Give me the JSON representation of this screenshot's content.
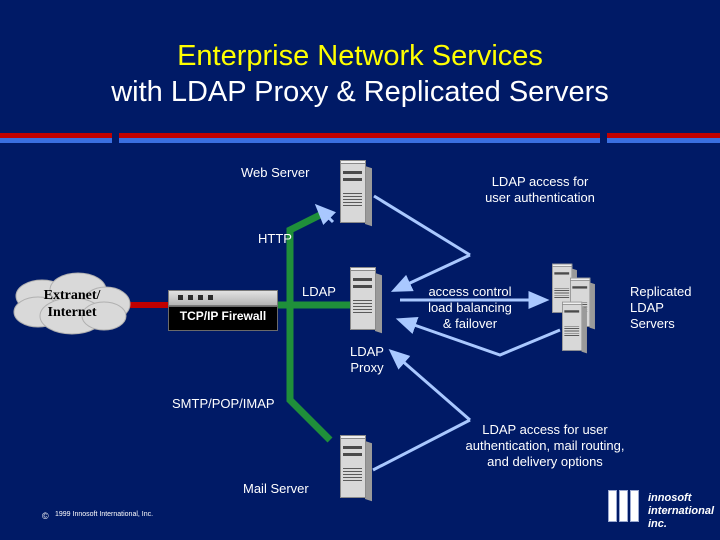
{
  "slide": {
    "title_line1": "Enterprise Network Services",
    "title_line2": "with LDAP Proxy & Replicated Servers",
    "title_color_line1": "#ffff00",
    "title_color_line2": "#ffffff",
    "background_color": "#001a66",
    "bar_red": "#c00000",
    "bar_blue": "#3a6fe0"
  },
  "nodes": {
    "cloud": {
      "line1": "Extranet/",
      "line2": "Internet"
    },
    "firewall": {
      "label": "TCP/IP Firewall"
    },
    "web_server": {
      "label": "Web Server"
    },
    "mail_server": {
      "label": "Mail Server"
    },
    "ldap_proxy": {
      "label_line1": "LDAP",
      "label_line2": "Proxy"
    },
    "replicated": {
      "line1": "Replicated",
      "line2": "LDAP",
      "line3": "Servers"
    }
  },
  "labels": {
    "http": "HTTP",
    "smtp_pop_imap": "SMTP/POP/IMAP",
    "ldap": "LDAP",
    "ldap_access_auth_line1": "LDAP access for",
    "ldap_access_auth_line2": "user authentication",
    "access_control_line1": "access control",
    "access_control_line2": "load balancing",
    "access_control_line3": "& failover",
    "mail_access_line1": "LDAP access for user",
    "mail_access_line2": "authentication, mail routing,",
    "mail_access_line3": "and delivery options"
  },
  "footer": {
    "copyright_symbol": "©",
    "copyright": "1999 Innosoft International, Inc.",
    "logo_line1": "innosoft",
    "logo_line2": "international",
    "logo_line3": "inc."
  },
  "arrow_color": "#a9c8ff",
  "link_color_green": "#1f8f3a",
  "link_color_red": "#c00000"
}
